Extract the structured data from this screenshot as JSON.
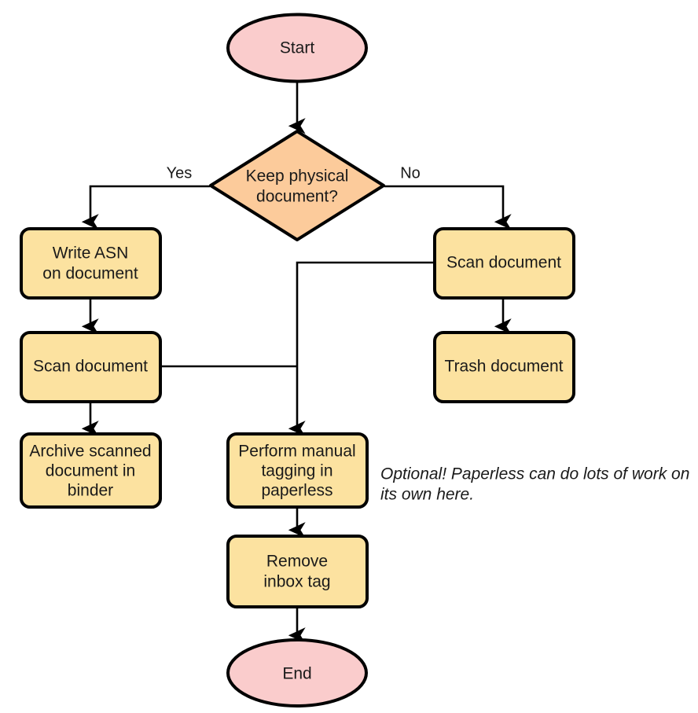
{
  "diagram": {
    "type": "flowchart",
    "orientation": "top-to-bottom",
    "background_color": "#ffffff",
    "colors": {
      "terminator_fill": "#facccc",
      "process_fill": "#fce2a0",
      "decision_fill": "#fccb9b",
      "stroke": "#000000",
      "text": "#1a1a1a"
    },
    "nodes": {
      "start": {
        "label": "Start",
        "shape": "ellipse"
      },
      "decision": {
        "label_line1": "Keep physical",
        "label_line2": "document?",
        "shape": "diamond"
      },
      "write_asn": {
        "label_line1": "Write ASN",
        "label_line2": "on document",
        "shape": "process"
      },
      "scan_left": {
        "label": "Scan document",
        "shape": "process"
      },
      "archive": {
        "label_line1": "Archive scanned",
        "label_line2": "document in",
        "label_line3": "binder",
        "shape": "process"
      },
      "scan_right": {
        "label": "Scan document",
        "shape": "process"
      },
      "trash": {
        "label": "Trash document",
        "shape": "process"
      },
      "tagging": {
        "label_line1": "Perform manual",
        "label_line2": "tagging in",
        "label_line3": "paperless",
        "shape": "process"
      },
      "remove_inbox": {
        "label_line1": "Remove",
        "label_line2": "inbox tag",
        "shape": "process"
      },
      "end": {
        "label": "End",
        "shape": "ellipse"
      }
    },
    "edge_labels": {
      "yes": "Yes",
      "no": "No"
    },
    "annotations": {
      "optional_note_line1": "Optional! Paperless can do lots of work on",
      "optional_note_line2": "its own here."
    }
  }
}
